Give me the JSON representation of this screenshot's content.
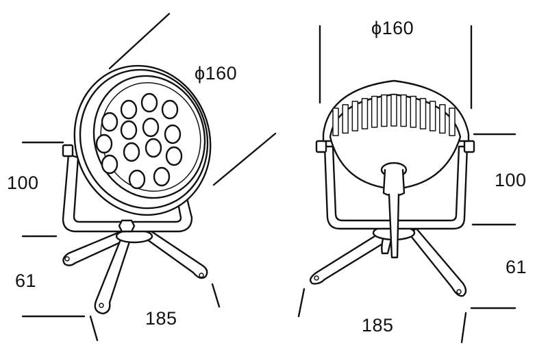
{
  "views": {
    "left": {
      "diameter_label": "ϕ160",
      "height_label": "100",
      "leg_label": "61",
      "span_label": "185"
    },
    "right": {
      "diameter_label": "ϕ160",
      "height_label": "100",
      "leg_label": "61",
      "span_label": "185"
    }
  }
}
